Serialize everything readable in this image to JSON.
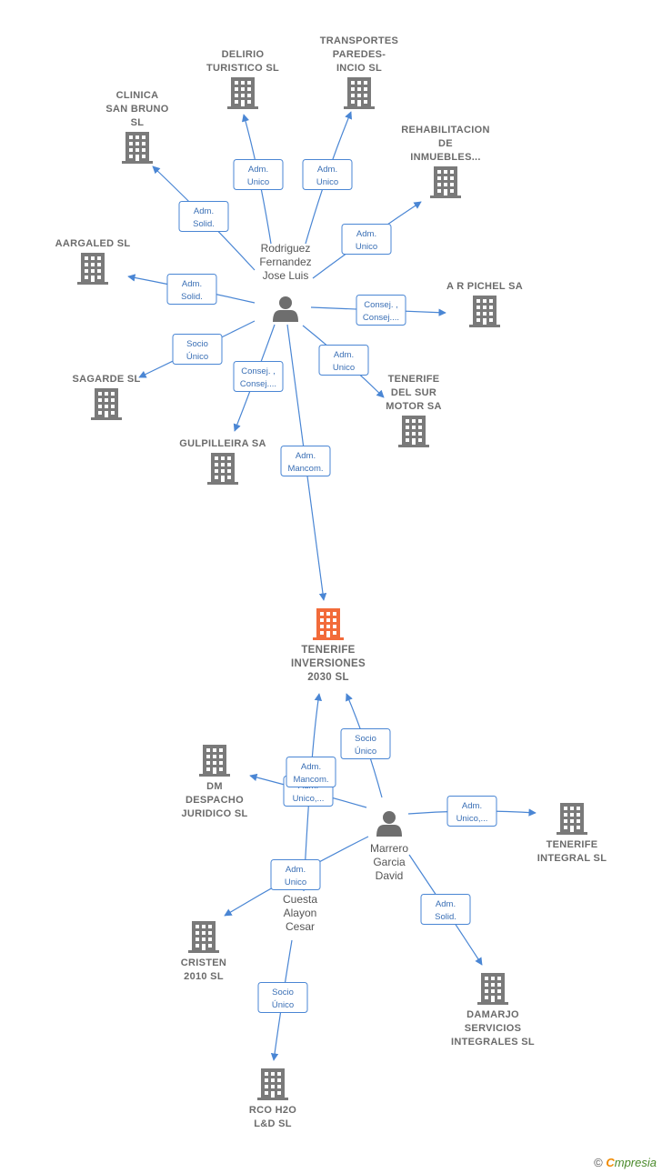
{
  "companies": [
    {
      "id": "delirio",
      "lines": [
        "DELIRIO",
        "TURISTICO  SL"
      ],
      "main": false
    },
    {
      "id": "transportes",
      "lines": [
        "TRANSPORTES",
        "PAREDES-",
        "INCIO  SL"
      ],
      "main": false
    },
    {
      "id": "clinica",
      "lines": [
        "CLINICA",
        "SAN BRUNO",
        "SL"
      ],
      "main": false
    },
    {
      "id": "rehabilitacion",
      "lines": [
        "REHABILITACION",
        "DE",
        "INMUEBLES..."
      ],
      "main": false
    },
    {
      "id": "aargaled",
      "lines": [
        "AARGALED  SL"
      ],
      "main": false
    },
    {
      "id": "arpichel",
      "lines": [
        "A R PICHEL SA"
      ],
      "main": false
    },
    {
      "id": "sagarde",
      "lines": [
        "SAGARDE  SL"
      ],
      "main": false
    },
    {
      "id": "tenerifesur",
      "lines": [
        "TENERIFE",
        "DEL SUR",
        "MOTOR SA"
      ],
      "main": false
    },
    {
      "id": "gulpilleira",
      "lines": [
        "GULPILLEIRA SA"
      ],
      "main": false
    },
    {
      "id": "tenerifeinv",
      "lines": [
        "TENERIFE",
        "INVERSIONES",
        "2030  SL"
      ],
      "main": true
    },
    {
      "id": "dmdespacho",
      "lines": [
        "DM",
        "DESPACHO",
        "JURIDICO  SL"
      ],
      "main": false
    },
    {
      "id": "tenerifeint",
      "lines": [
        "TENERIFE",
        "INTEGRAL  SL"
      ],
      "main": false
    },
    {
      "id": "cristen",
      "lines": [
        "CRISTEN",
        "2010 SL"
      ],
      "main": false
    },
    {
      "id": "damarjo",
      "lines": [
        "DAMARJO",
        "SERVICIOS",
        "INTEGRALES SL"
      ],
      "main": false
    },
    {
      "id": "rcoh2o",
      "lines": [
        "RCO H2O",
        "L&D  SL"
      ],
      "main": false
    }
  ],
  "persons": [
    {
      "id": "rodriguez",
      "lines": [
        "Rodriguez",
        "Fernandez",
        "Jose Luis"
      ]
    },
    {
      "id": "marrero",
      "lines": [
        "Marrero",
        "Garcia",
        "David"
      ]
    },
    {
      "id": "cuesta",
      "lines": [
        "Cuesta",
        "Alayon",
        "Cesar"
      ]
    }
  ],
  "relations": [
    {
      "from": "rodriguez",
      "to": "delirio",
      "lines": [
        "Adm.",
        "Unico"
      ]
    },
    {
      "from": "rodriguez",
      "to": "transportes",
      "lines": [
        "Adm.",
        "Unico"
      ]
    },
    {
      "from": "rodriguez",
      "to": "clinica",
      "lines": [
        "Adm.",
        "Solid."
      ]
    },
    {
      "from": "rodriguez",
      "to": "rehabilitacion",
      "lines": [
        "Adm.",
        "Unico"
      ]
    },
    {
      "from": "rodriguez",
      "to": "aargaled",
      "lines": [
        "Adm.",
        "Solid."
      ]
    },
    {
      "from": "rodriguez",
      "to": "arpichel",
      "lines": [
        "Consej. ,",
        "Consej...."
      ]
    },
    {
      "from": "rodriguez",
      "to": "sagarde",
      "lines": [
        "Socio",
        "Único"
      ]
    },
    {
      "from": "rodriguez",
      "to": "tenerifesur",
      "lines": [
        "Adm.",
        "Unico"
      ]
    },
    {
      "from": "rodriguez",
      "to": "gulpilleira",
      "lines": [
        "Consej. ,",
        "Consej...."
      ]
    },
    {
      "from": "rodriguez",
      "to": "tenerifeinv",
      "lines": [
        "Adm.",
        "Mancom."
      ]
    },
    {
      "from": "marrero",
      "to": "tenerifeinv",
      "lines": [
        "Socio",
        "Único"
      ]
    },
    {
      "from": "marrero",
      "to": "dmdespacho",
      "lines": [
        "Adm.",
        "Unico,..."
      ]
    },
    {
      "from": "marrero",
      "to": "tenerifeint",
      "lines": [
        "Adm.",
        "Unico,..."
      ]
    },
    {
      "from": "marrero",
      "to": "damarjo",
      "lines": [
        "Adm.",
        "Solid."
      ]
    },
    {
      "from": "marrero",
      "to": "cristen",
      "lines": [
        "Adm.",
        "Unico"
      ]
    },
    {
      "from": "cuesta",
      "to": "tenerifeinv",
      "lines": [
        "Adm.",
        "Mancom."
      ]
    },
    {
      "from": "cuesta",
      "to": "rcoh2o",
      "lines": [
        "Socio",
        "Único"
      ]
    }
  ],
  "footer": {
    "copyright": "©",
    "brand_e": "C",
    "brand_rest": "mpresia"
  },
  "colors": {
    "edge": "#4a86d4",
    "company": "#7a7a7a",
    "main_company": "#f26b3a",
    "person": "#6e6e6e",
    "label_border": "#4a86d4"
  }
}
